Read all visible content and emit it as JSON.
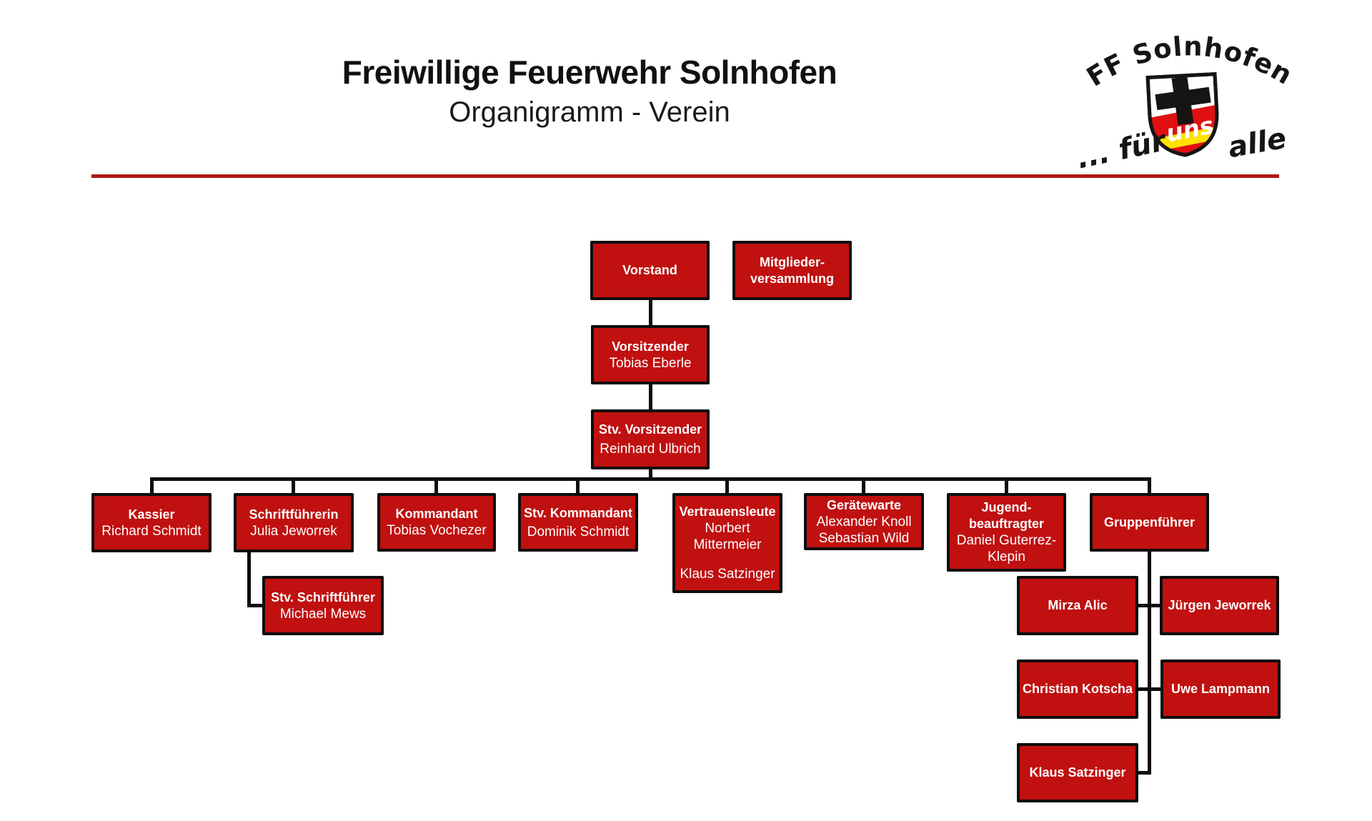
{
  "header": {
    "title": "Freiwillige Feuerwehr Solnhofen",
    "subtitle": "Organigramm - Verein"
  },
  "logo": {
    "arc_text": "FF Solnhofen",
    "bottom_left_text": "... für",
    "shield_text": "uns",
    "bottom_right_text": "alle"
  },
  "colors": {
    "box_fill": "#C01010",
    "box_border": "#0D0D0D",
    "connector": "#0D0D0D",
    "divider": "#B01414",
    "box_text": "#FFFFFF"
  },
  "nodes": {
    "vorstand": {
      "title": "Vorstand"
    },
    "mitgliederversammlung": {
      "title": "Mitglieder-\nversammlung"
    },
    "vorsitzender": {
      "title": "Vorsitzender",
      "name": "Tobias Eberle"
    },
    "stv_vorsitzender": {
      "title": "Stv. Vorsitzender",
      "name": "Reinhard Ulbrich"
    },
    "kassier": {
      "title": "Kassier",
      "name": "Richard Schmidt"
    },
    "schriftfuehrerin": {
      "title": "Schriftführerin",
      "name": "Julia Jeworrek"
    },
    "stv_schriftfuehrer": {
      "title": "Stv. Schriftführer",
      "name": "Michael Mews"
    },
    "kommandant": {
      "title": "Kommandant",
      "name": "Tobias Vochezer"
    },
    "stv_kommandant": {
      "title": "Stv. Kommandant",
      "name": "Dominik Schmidt"
    },
    "vertrauensleute": {
      "title": "Vertrauensleute",
      "name": "Norbert Mittermeier",
      "name2": "Klaus Satzinger"
    },
    "geraetewarte": {
      "title": "Gerätewarte",
      "name": "Alexander Knoll",
      "name2": "Sebastian Wild"
    },
    "jugendbeauftragter": {
      "title": "Jugend-\nbeauftragter",
      "name": "Daniel Guterrez-\nKlepin"
    },
    "gruppenfuehrer": {
      "title": "Gruppenführer"
    },
    "mirza_alic": {
      "title": "Mirza Alic"
    },
    "juergen_jeworrek": {
      "title": "Jürgen Jeworrek"
    },
    "christian_kotscha": {
      "title": "Christian Kotscha"
    },
    "uwe_lampmann": {
      "title": "Uwe Lampmann"
    },
    "klaus_satzinger": {
      "title": "Klaus Satzinger"
    }
  }
}
